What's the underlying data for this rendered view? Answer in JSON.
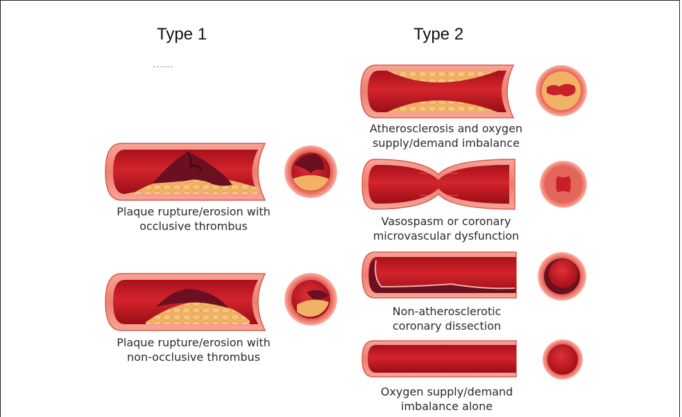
{
  "headings": {
    "type1": "Type 1",
    "type2": "Type 2"
  },
  "type1": {
    "occlusive_caption": [
      "Plaque rupture/erosion with",
      "occlusive thrombus"
    ],
    "non_occlusive_caption": [
      "Plaque rupture/erosion with",
      "non-occlusive thrombus"
    ]
  },
  "type2": {
    "atherosclerosis_caption": [
      "Atherosclerosis and oxygen",
      "supply/demand imbalance"
    ],
    "vasospasm_caption": [
      "Vasospasm or coronary",
      "microvascular dysfunction"
    ],
    "dissection_caption": [
      "Non-atherosclerotic",
      "coronary dissection"
    ],
    "imbalance_caption": [
      "Oxygen supply/demand",
      "imbalance alone"
    ]
  },
  "colors": {
    "vessel_wall": "#f08a7a",
    "vessel_lumen": "#c8202a",
    "plaque": "#f2b266",
    "thrombus": "#6a1020"
  },
  "icons": [
    "occlusive-thrombus-vessel-illustration",
    "non-occlusive-thrombus-vessel-illustration",
    "atherosclerosis-vessel-illustration",
    "vasospasm-vessel-illustration",
    "dissection-vessel-illustration",
    "normal-vessel-illustration"
  ]
}
